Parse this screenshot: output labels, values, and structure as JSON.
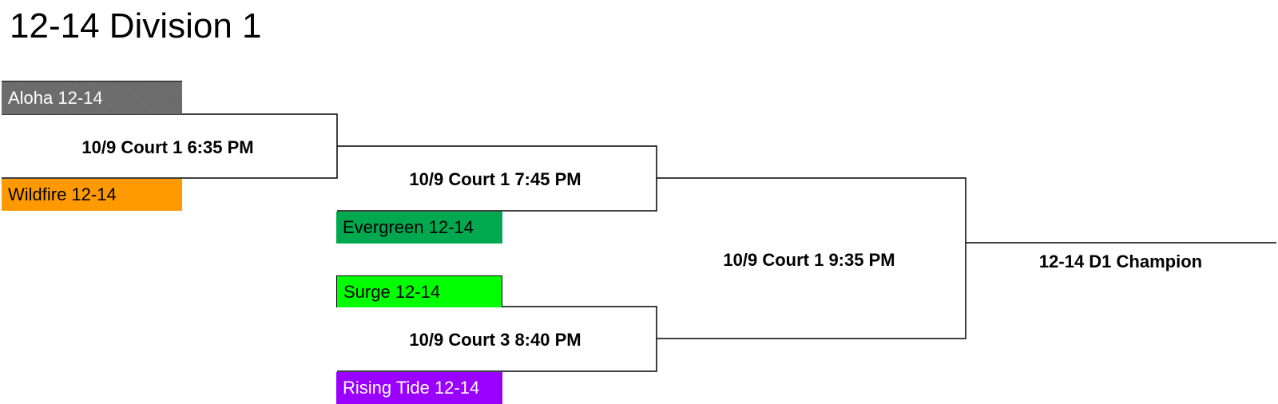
{
  "title": "12-14 Division 1",
  "teams": {
    "aloha": {
      "label": "Aloha 12-14",
      "color": "#6a6a6a",
      "text_color": "#ffffff"
    },
    "wildfire": {
      "label": "Wildfire 12-14",
      "color": "#ff9900",
      "text_color": "#000000"
    },
    "evergreen": {
      "label": "Evergreen 12-14",
      "color": "#00a84f",
      "text_color": "#000000"
    },
    "surge": {
      "label": "Surge 12-14",
      "color": "#00ff00",
      "text_color": "#000000"
    },
    "rising_tide": {
      "label": "Rising Tide 12-14",
      "color": "#9900ff",
      "text_color": "#ffffff"
    }
  },
  "matches": {
    "round1": "10/9 Court 1 6:35 PM",
    "semifinal_top": "10/9 Court 1 7:45 PM",
    "semifinal_bottom": "10/9 Court 3 8:40 PM",
    "final": "10/9 Court 1 9:35 PM"
  },
  "champion": "12-14 D1 Champion"
}
